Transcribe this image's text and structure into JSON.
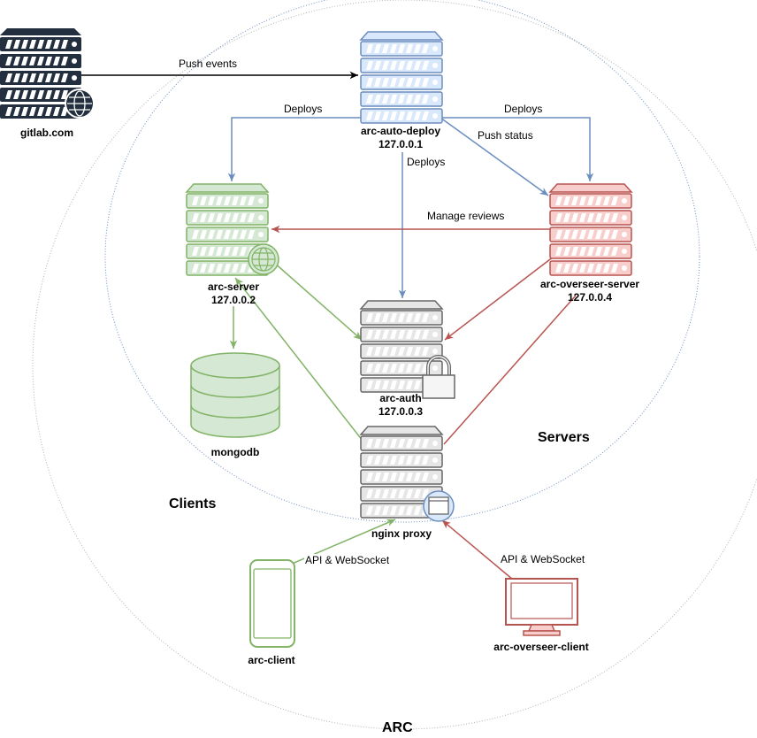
{
  "regions": {
    "outer": "ARC",
    "servers": "Servers",
    "clients": "Clients"
  },
  "nodes": {
    "gitlab": {
      "name": "gitlab.com"
    },
    "auto_deploy": {
      "name": "arc-auto-deploy",
      "ip": "127.0.0.1"
    },
    "server": {
      "name": "arc-server",
      "ip": "127.0.0.2"
    },
    "overseer_server": {
      "name": "arc-overseer-server",
      "ip": "127.0.0.4"
    },
    "auth": {
      "name": "arc-auth",
      "ip": "127.0.0.3"
    },
    "mongodb": {
      "name": "mongodb"
    },
    "nginx": {
      "name": "nginx proxy"
    },
    "client": {
      "name": "arc-client"
    },
    "overseer_client": {
      "name": "arc-overseer-client"
    }
  },
  "edges": {
    "push_events": "Push events",
    "deploys_left": "Deploys",
    "deploys_right": "Deploys",
    "deploys_down": "Deploys",
    "push_status": "Push status",
    "manage_reviews": "Manage reviews",
    "api_client": "API & WebSocket",
    "api_overseer": "API & WebSocket"
  },
  "colors": {
    "blue": "#6c8ebf",
    "blue_fill": "#dae8fc",
    "green": "#82b366",
    "green_fill": "#d5e8d4",
    "red": "#b85450",
    "red_fill": "#f8cecc",
    "gray": "#666666",
    "gray_fill": "#f5f5f5",
    "dark": "#232f3e"
  }
}
